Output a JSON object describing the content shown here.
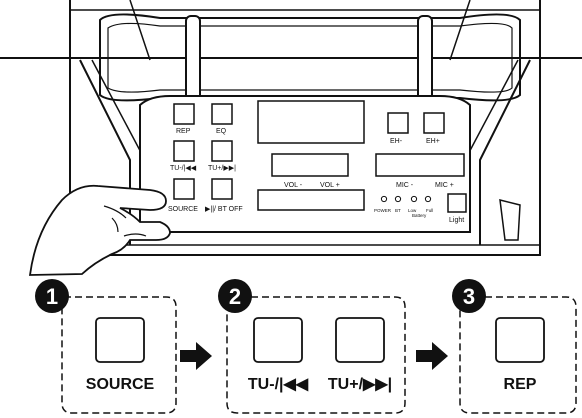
{
  "panel": {
    "rep_label": "REP",
    "eq_label": "EQ",
    "tu_minus_label": "TU-/|◀◀",
    "tu_plus_label": "TU+/▶▶|",
    "source_label": "SOURCE",
    "bt_off_label": "▶||/ BT OFF",
    "eh_minus_label": "EH-",
    "eh_plus_label": "EH+",
    "vol_minus_label": "VOL -",
    "vol_plus_label": "VOL +",
    "mic_minus_label": "MIC -",
    "mic_plus_label": "MIC +",
    "light_label": "Light",
    "power_label": "POWER",
    "bt_label": "BT",
    "low_label": "Low",
    "battery_label": "Battery",
    "full_label": "Full"
  },
  "steps": [
    {
      "number": "1",
      "button_label": "SOURCE"
    },
    {
      "number": "2",
      "button_labels": [
        "TU-/|◀◀",
        "TU+/▶▶|"
      ]
    },
    {
      "number": "3",
      "button_label": "REP"
    }
  ]
}
